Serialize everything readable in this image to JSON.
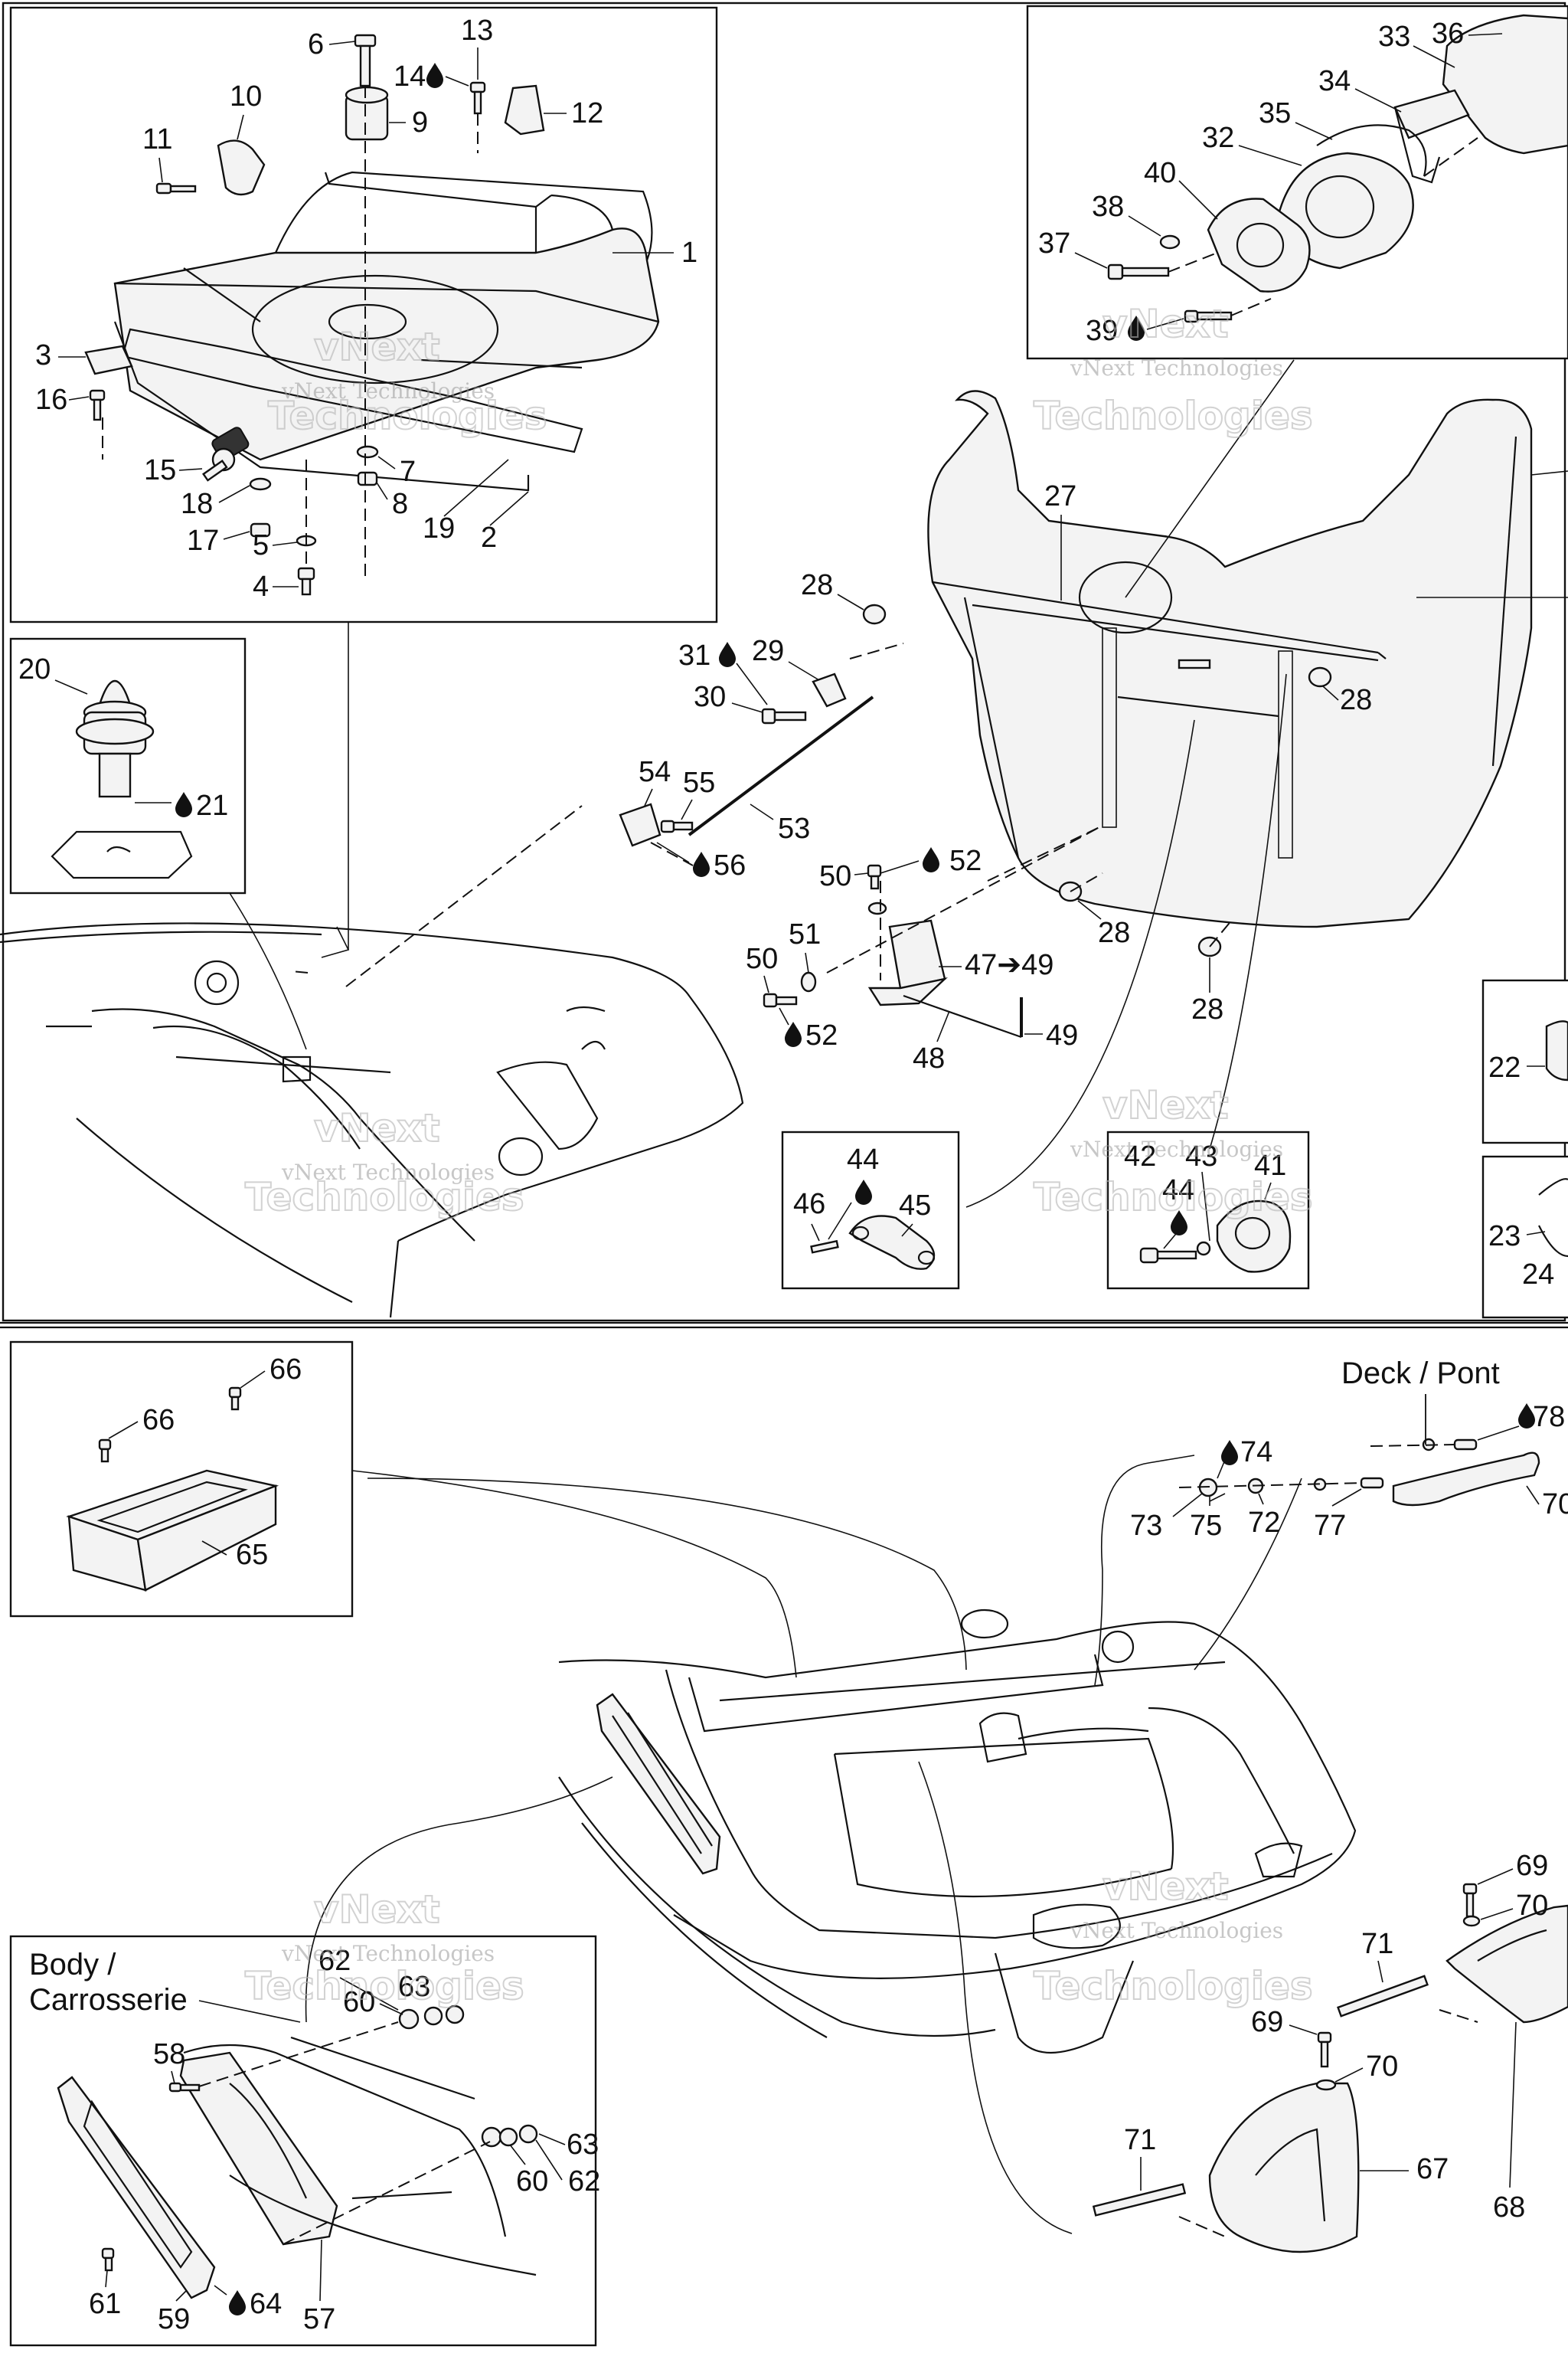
{
  "labels": {
    "n1": "1",
    "n2": "2",
    "n3": "3",
    "n4": "4",
    "n5": "5",
    "n6": "6",
    "n7": "7",
    "n8": "8",
    "n9": "9",
    "n10": "10",
    "n11": "11",
    "n12": "12",
    "n13": "13",
    "n14": "14",
    "n15": "15",
    "n16": "16",
    "n17": "17",
    "n18": "18",
    "n19": "19",
    "n20": "20",
    "n21": "21",
    "n22": "22",
    "n23": "23",
    "n24": "24",
    "n27": "27",
    "n28": "28",
    "n29": "29",
    "n30": "30",
    "n31": "31",
    "n32": "32",
    "n33": "33",
    "n34": "34",
    "n35": "35",
    "n36": "36",
    "n37": "37",
    "n38": "38",
    "n39": "39",
    "n40": "40",
    "n41": "41",
    "n42": "42",
    "n43": "43",
    "n44": "44",
    "n45": "45",
    "n46": "46",
    "n47_49": "47➔49",
    "n48": "48",
    "n49": "49",
    "n50": "50",
    "n51": "51",
    "n52": "52",
    "n53": "53",
    "n54": "54",
    "n55": "55",
    "n56": "56",
    "n57": "57",
    "n58": "58",
    "n59": "59",
    "n60": "60",
    "n61": "61",
    "n62": "62",
    "n63": "63",
    "n64": "64",
    "n65": "65",
    "n66": "66",
    "n67": "67",
    "n68": "68",
    "n69": "69",
    "n70": "70",
    "n71": "71",
    "n72": "72",
    "n73": "73",
    "n74": "74",
    "n75": "75",
    "n77": "77",
    "n78": "78"
  },
  "captions": {
    "deck_pont": "Deck / Pont",
    "body_line1": "Body /",
    "body_line2": "Carrosserie"
  },
  "watermark": {
    "line1": "vNext Technologies",
    "line2": "Technologies",
    "line3": "vNext"
  },
  "icons": {
    "adhesive_drop": "drop-icon",
    "arrow": "arrow-right-icon"
  },
  "colors": {
    "ink": "#111111",
    "watermark": "#9a9a9a",
    "background": "#ffffff"
  }
}
